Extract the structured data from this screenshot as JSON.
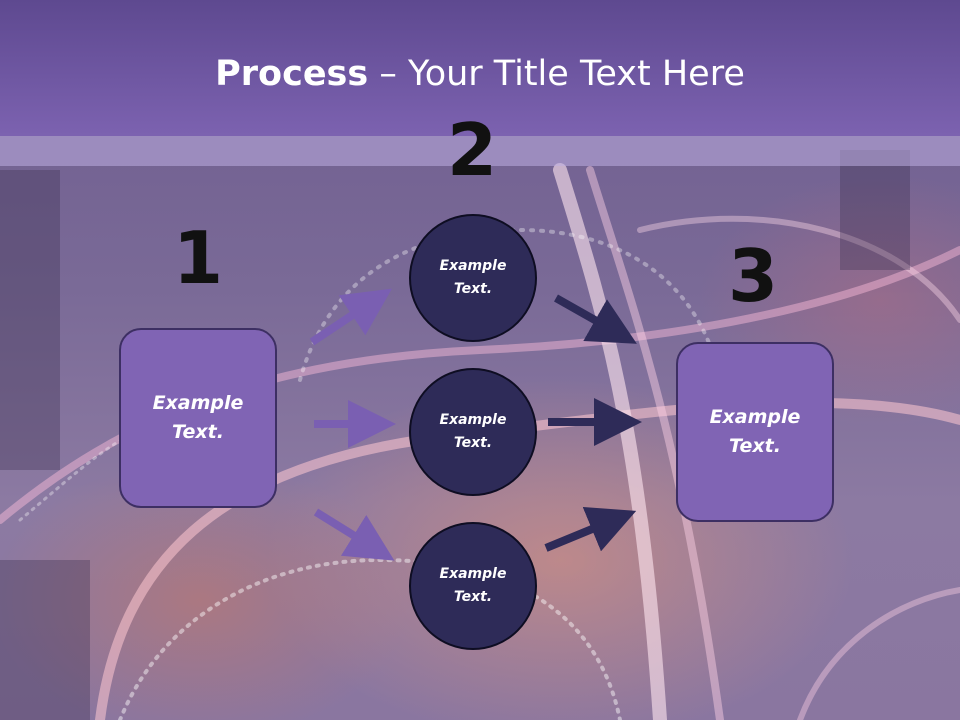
{
  "title": {
    "bold": "Process",
    "rest": " – Your Title Text Here"
  },
  "steps": [
    {
      "number": "1",
      "text": "Example\nText."
    },
    {
      "number": "2",
      "text": "Example\nText."
    },
    {
      "number": "3",
      "text": "Example\nText."
    }
  ],
  "circles": [
    {
      "text": "Example\nText."
    },
    {
      "text": "Example\nText."
    },
    {
      "text": "Example\nText."
    }
  ],
  "colors": {
    "title_band": "#7c62b0",
    "box_fill": "#8064b4",
    "circle_fill": "#2e2b58",
    "light_arrow": "#7a5fb2",
    "dark_arrow": "#2e2b58"
  }
}
